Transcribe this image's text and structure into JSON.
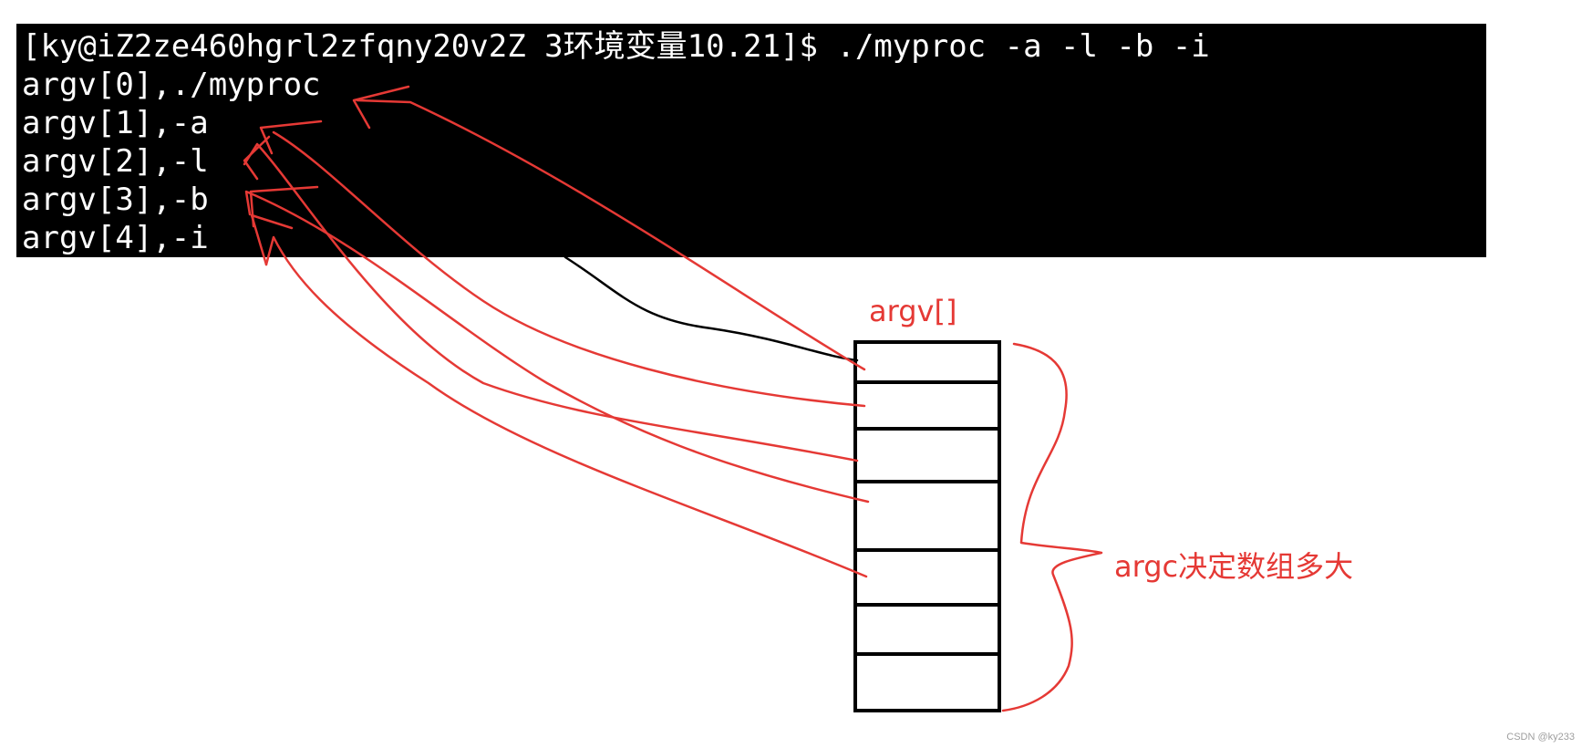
{
  "terminal": {
    "lines": [
      "[ky@iZ2ze460hgrl2zfqny20v2Z 3环境变量10.21]$ ./myproc -a -l -b -i",
      "argv[0],./myproc",
      "argv[1],-a",
      "argv[2],-l",
      "argv[3],-b",
      "argv[4],-i"
    ]
  },
  "diagram": {
    "array_label": "argv[]",
    "array_cell_count": 7,
    "brace_label": "argc决定数组多大"
  },
  "watermark": "CSDN @ky233",
  "colors": {
    "terminal_bg": "#000000",
    "terminal_fg": "#ffffff",
    "annotation_red": "#e53935",
    "box_stroke": "#000000"
  }
}
